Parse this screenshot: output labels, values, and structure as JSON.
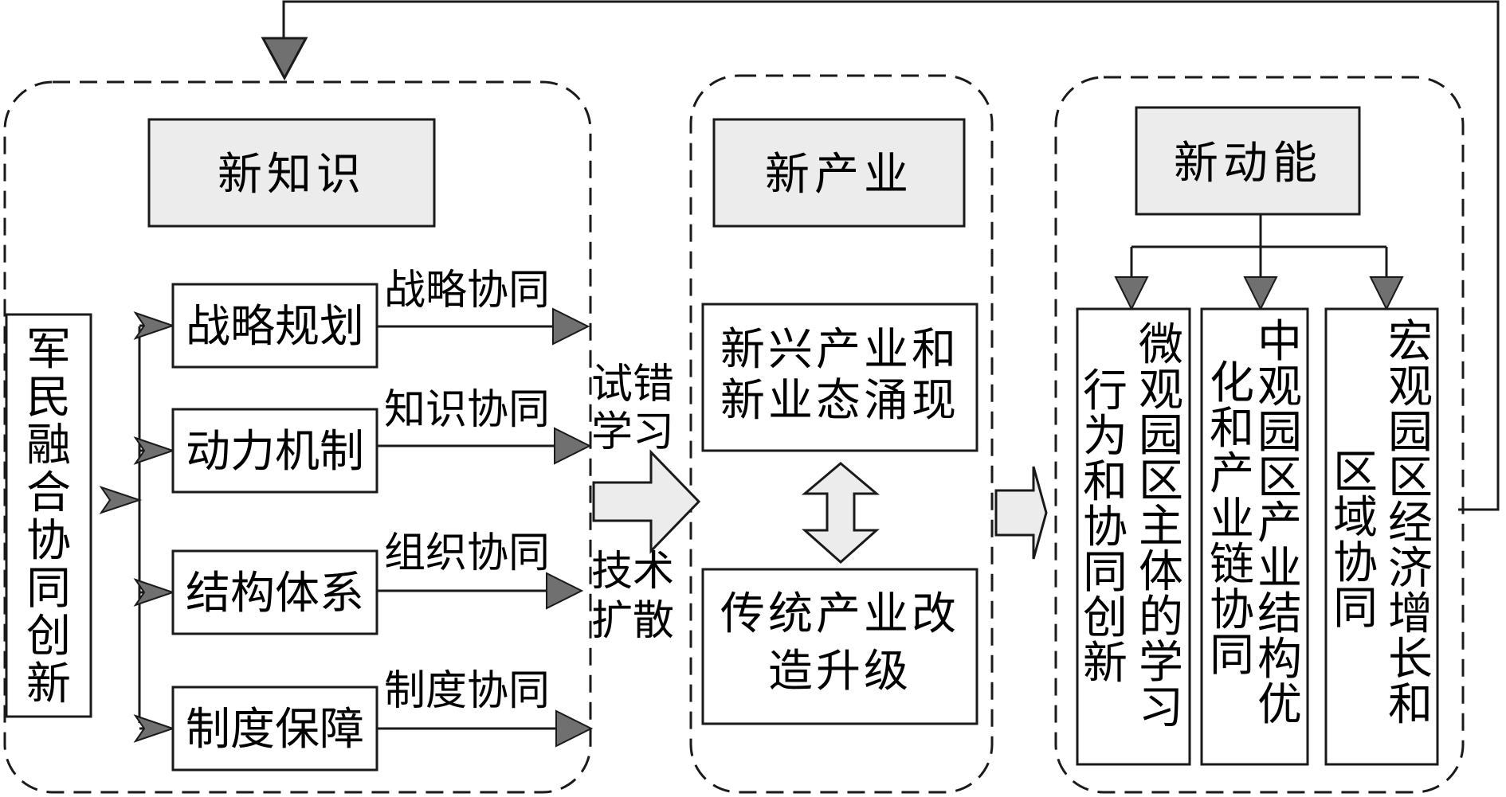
{
  "left_panel": {
    "header": "新知识",
    "source": "军民融合协同创新",
    "items": [
      {
        "label": "战略规划",
        "arrow_label": "战略协同"
      },
      {
        "label": "动力机制",
        "arrow_label": "知识协同"
      },
      {
        "label": "结构体系",
        "arrow_label": "组织协同"
      },
      {
        "label": "制度保障",
        "arrow_label": "制度协同"
      }
    ]
  },
  "transition_labels": {
    "trial_error": [
      "试错",
      "学习"
    ],
    "tech_diffusion": [
      "技术",
      "扩散"
    ]
  },
  "middle_panel": {
    "header": "新产业",
    "top_box": [
      "新兴产业和",
      "新业态涌现"
    ],
    "bottom_box": [
      "传统产业改",
      "造升级"
    ]
  },
  "right_panel": {
    "header": "新动能",
    "columns": [
      {
        "lines": [
          "行为和协同创新",
          "微观园区主体的学习"
        ]
      },
      {
        "lines": [
          "化和产业链协同",
          "中观园区产业结构优"
        ]
      },
      {
        "lines": [
          "区域协同",
          "宏观园区经济增长和"
        ]
      }
    ]
  },
  "colors": {
    "stroke": "#1a1a1a",
    "box_fill_gray": "#ececec",
    "arrow_fill": "#707070",
    "big_arrow_fill": "#ececec"
  }
}
